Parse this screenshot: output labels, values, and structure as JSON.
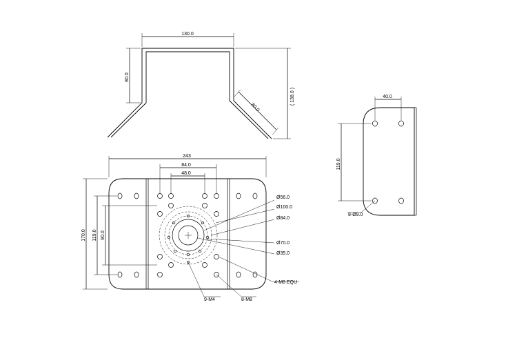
{
  "side_view": {
    "top_width": "130.0",
    "height": "80.0",
    "flange_length": "80.0",
    "total_height": "( 138.0 )"
  },
  "plan_view": {
    "overall_width": "243",
    "hole_span_84": "84.0",
    "hole_span_48": "48.0",
    "overall_height": "170.0",
    "hole_span_119": "119.0",
    "hole_span_90": "90.0",
    "callouts": {
      "d56": "Ø56.0",
      "d100": "Ø100.0",
      "d84": "Ø84.0",
      "d70": "Ø70.0",
      "d35": "Ø35.0",
      "m8_equ": "4-M8 EQU",
      "m4": "9-M4",
      "m8": "8-M8"
    }
  },
  "end_view": {
    "hole_spacing": "40.0",
    "hole_span": "119.0",
    "holes": "8-Ø9.0"
  }
}
